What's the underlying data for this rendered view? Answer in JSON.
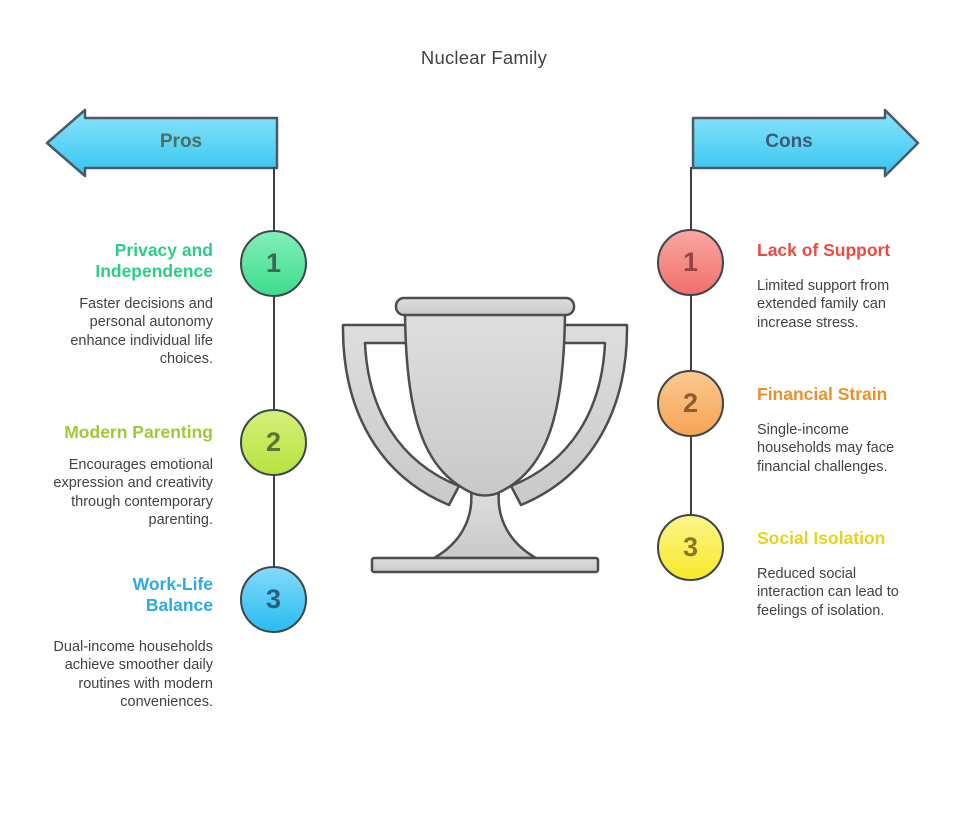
{
  "title": "Nuclear Family",
  "pros": {
    "arrow_label": "Pros",
    "items": [
      {
        "number": "1",
        "heading": "Privacy and Independence",
        "description": "Faster decisions and personal autonomy enhance individual life choices."
      },
      {
        "number": "2",
        "heading": "Modern Parenting",
        "description": "Encourages emotional expression and creativity through contemporary parenting."
      },
      {
        "number": "3",
        "heading": "Work-Life Balance",
        "description": "Dual-income households achieve smoother daily routines with modern conveniences."
      }
    ]
  },
  "cons": {
    "arrow_label": "Cons",
    "items": [
      {
        "number": "1",
        "heading": "Lack of Support",
        "description": "Limited support from extended family can increase stress."
      },
      {
        "number": "2",
        "heading": "Financial Strain",
        "description": "Single-income households may face financial challenges."
      },
      {
        "number": "3",
        "heading": "Social Isolation",
        "description": "Reduced social interaction can lead to feelings of isolation."
      }
    ]
  },
  "center_icon": "trophy-icon",
  "colors": {
    "arrow_fill_top": "#8ee4fa",
    "arrow_fill_bottom": "#32c5f0",
    "arrow_border": "#4b5a66",
    "pros_label_text": "#4e6e62",
    "cons_label_text": "#3e5a78",
    "pros_heading_colors": [
      "#2ecc8a",
      "#9bcc33",
      "#2cabe2"
    ],
    "cons_heading_colors": [
      "#ea4b42",
      "#e8912d",
      "#e5d222"
    ],
    "circle_fills": [
      "#53e098",
      "#bfe74d",
      "#45c6f3",
      "#f4827e",
      "#f8b06b",
      "#f9ee4d"
    ],
    "body_text": "#3f4345",
    "connector_line": "#3f3f3f",
    "trophy_fill": "#d2d2d2",
    "trophy_border": "#4d4d4d"
  }
}
